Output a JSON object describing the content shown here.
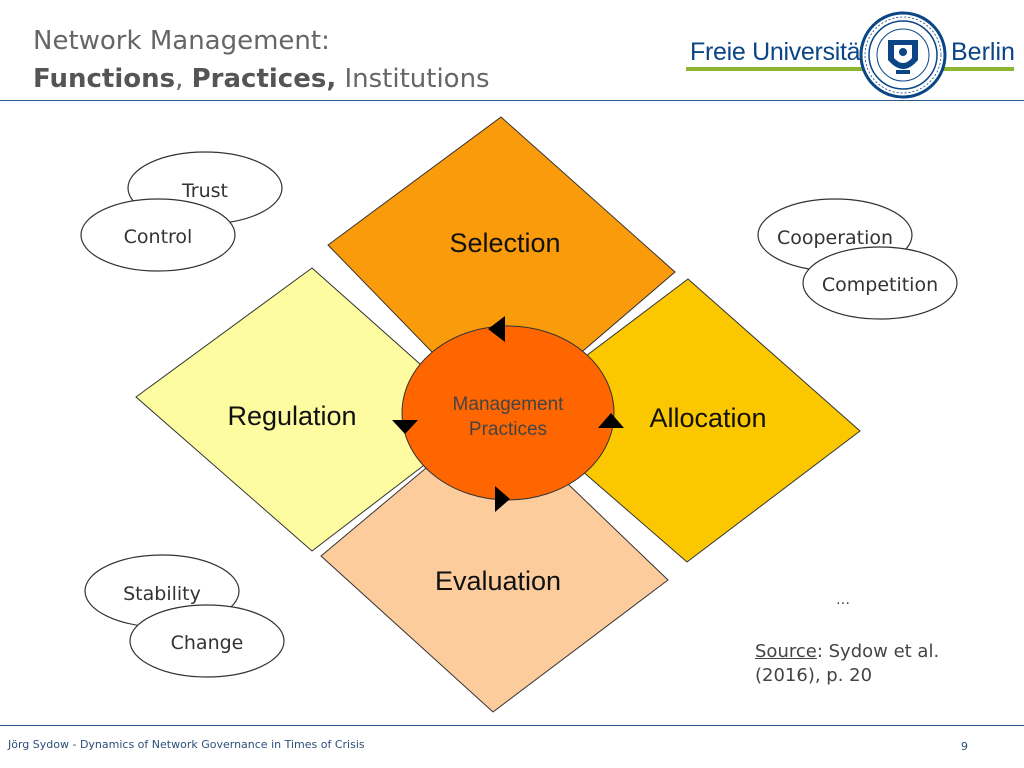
{
  "header": {
    "title_line1": "Network Management:",
    "title_bold1": "Functions",
    "title_sep": ", ",
    "title_bold2": "Practices,",
    "title_rest": " Institutions"
  },
  "logo": {
    "left_text": "Freie Universität",
    "right_text": "Berlin",
    "brand_blue": "#0a4586",
    "brand_green": "#8db630"
  },
  "diagram": {
    "quadrants": [
      {
        "id": "selection",
        "label": "Selection",
        "color": "#f99b0b"
      },
      {
        "id": "regulation",
        "label": "Regulation",
        "color": "#fdfca0"
      },
      {
        "id": "allocation",
        "label": "Allocation",
        "color": "#fbc800"
      },
      {
        "id": "evaluation",
        "label": "Evaluation",
        "color": "#fccc9c"
      }
    ],
    "center": {
      "line1": "Management",
      "line2": "Practices",
      "color": "#ff6600"
    },
    "tension_pairs": [
      {
        "a": "Trust",
        "b": "Control"
      },
      {
        "a": "Cooperation",
        "b": "Competition"
      },
      {
        "a": "Stability",
        "b": "Change"
      }
    ]
  },
  "ellipsis": "…",
  "source": {
    "label": "Source",
    "text": ": Sydow et al. (2016), p. 20"
  },
  "footer": {
    "text": "Jörg Sydow - Dynamics of Network Governance in Times of Crisis",
    "page": "9"
  }
}
